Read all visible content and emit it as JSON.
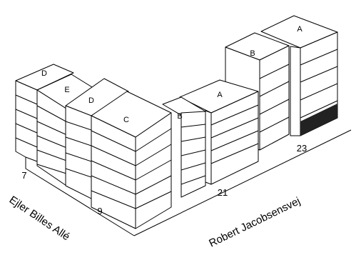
{
  "streets": {
    "left": "Ejler Billes Allé",
    "right": "Robert Jacobsensvej"
  },
  "house_numbers": [
    "7",
    "9",
    "21",
    "23"
  ],
  "blocks": [
    {
      "label": "D"
    },
    {
      "label": "E"
    },
    {
      "label": "D"
    },
    {
      "label": "C"
    },
    {
      "label": "B"
    },
    {
      "label": "A"
    },
    {
      "label": "B"
    },
    {
      "label": "A"
    }
  ],
  "colors": {
    "line": "#000000",
    "background": "#ffffff",
    "highlight": "#222222"
  },
  "highlight": {
    "block": "A",
    "floor": "ground floor"
  }
}
